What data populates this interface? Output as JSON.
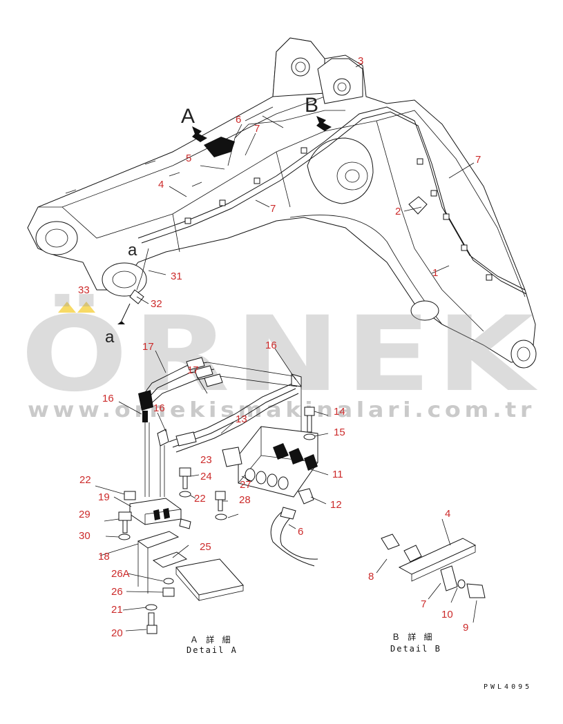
{
  "view_letters": {
    "a_upper": "A",
    "b_upper": "B",
    "a_lower": "a",
    "a_lower2": "a"
  },
  "watermark": {
    "brand": "ÖRNEK",
    "url": "www.ornekismakinalari.com.tr"
  },
  "captions": {
    "detail_a_jp": "Ａ 詳 細",
    "detail_a_en": "Detail A",
    "detail_b_jp": "Ｂ 詳 細",
    "detail_b_en": "Detail B"
  },
  "drawing_code": "PWL4095",
  "callouts": {
    "c3": "3",
    "c6": "6",
    "c7": "7",
    "c5": "5",
    "c4": "4",
    "c7b": "7",
    "c7c": "7",
    "c2": "2",
    "c1": "1",
    "c31": "31",
    "c33": "33",
    "c32": "32",
    "d17a": "17",
    "d16a": "16",
    "d17b": "17",
    "d16b": "16",
    "d16c": "16",
    "d13": "13",
    "d14": "14",
    "d15": "15",
    "d23": "23",
    "d24": "24",
    "d22a": "22",
    "d19": "19",
    "d22b": "22",
    "d28": "28",
    "d27": "27",
    "d11": "11",
    "d12": "12",
    "d29": "29",
    "d30": "30",
    "d6": "6",
    "d25": "25",
    "d18": "18",
    "d26A": "26A",
    "d26": "26",
    "d21": "21",
    "d20": "20",
    "b4": "4",
    "b8": "8",
    "b7": "7",
    "b10": "10",
    "b9": "9"
  }
}
